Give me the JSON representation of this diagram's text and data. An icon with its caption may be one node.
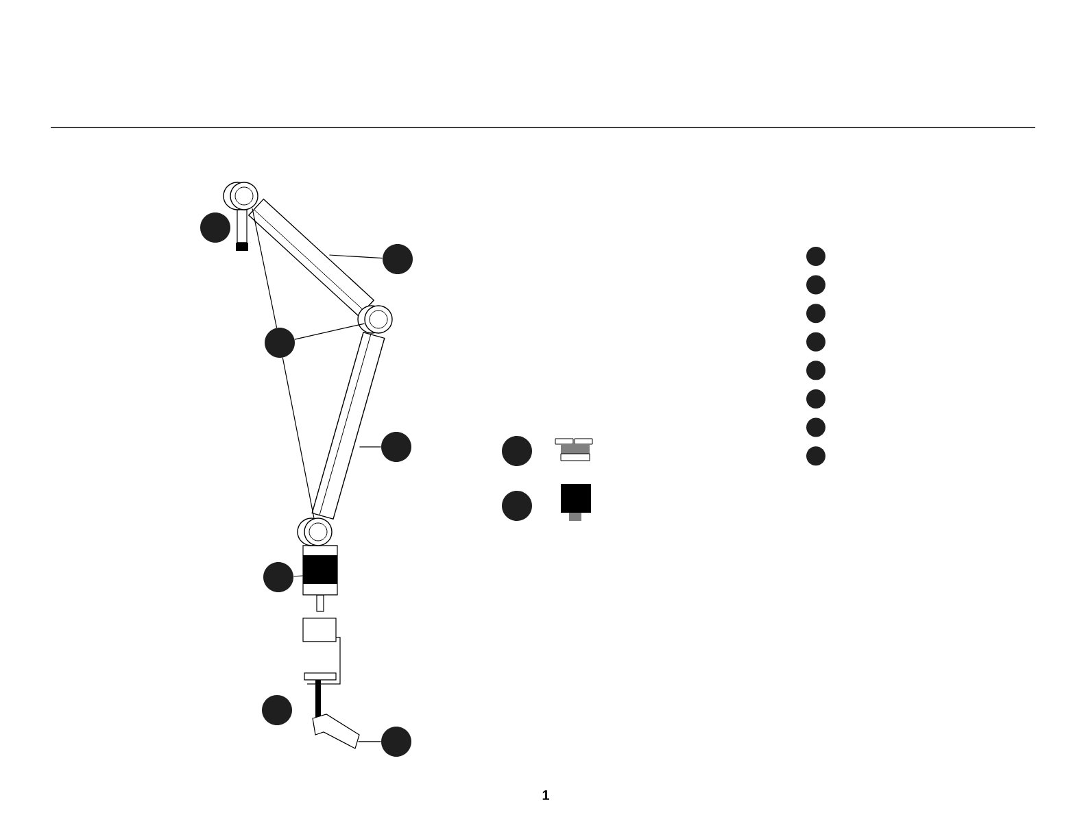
{
  "diagram": {
    "nodes": [
      {
        "text": [],
        "shape": "circle"
      },
      {
        "text": [],
        "shape": "circle"
      },
      {
        "text": [],
        "shape": "circle"
      },
      {
        "text": [],
        "shape": "circle"
      },
      {
        "text": [],
        "shape": "circle"
      },
      {
        "text": [],
        "shape": "circle"
      },
      {
        "text": [],
        "shape": "circle"
      },
      {
        "text": [],
        "shape": "circle"
      },
      {
        "text": [],
        "shape": "circle"
      },
      {
        "text": [],
        "shape": "circle"
      },
      {
        "text": [],
        "shape": "circle"
      },
      {
        "text": [],
        "shape": "circle"
      },
      {
        "text": [],
        "shape": "circle"
      },
      {
        "text": [],
        "shape": "circle"
      },
      {
        "text": [],
        "shape": "circle"
      },
      {
        "text": [],
        "shape": "circle"
      },
      {
        "text": [],
        "shape": "circle"
      },
      {
        "text": [],
        "shape": "picture"
      },
      {
        "text": [],
        "shape": "picture"
      },
      {
        "text": [],
        "shape": "picture"
      },
      {
        "text": [],
        "shape": "picture"
      },
      {
        "text": [],
        "shape": "picture"
      },
      {
        "text": [],
        "shape": "picture"
      },
      {
        "text": [],
        "shape": "picture"
      }
    ],
    "edges": [
      {
        "from": 1,
        "to": 17,
        "arrow": "none"
      },
      {
        "from": 2,
        "to": 18,
        "arrow": "none"
      },
      {
        "from": 2,
        "to": 19,
        "arrow": "none"
      },
      {
        "from": 2,
        "to": 20,
        "arrow": "none"
      },
      {
        "from": 3,
        "to": 21,
        "arrow": "none"
      },
      {
        "from": 4,
        "to": 22,
        "arrow": "none"
      },
      {
        "from": 6,
        "to": 23,
        "arrow": "none"
      }
    ],
    "labels": [
      "1"
    ]
  }
}
